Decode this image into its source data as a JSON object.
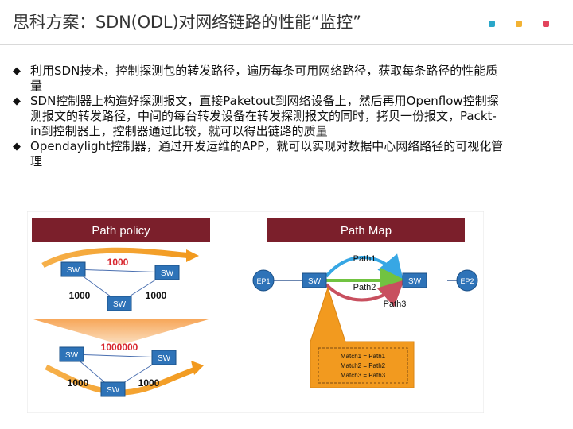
{
  "title": "思科方案：SDN(ODL)对网络链路的性能“监控”",
  "accent_colors": [
    "#2aa7c9",
    "#f2b233",
    "#e2445c"
  ],
  "bullets": [
    {
      "icon": "diamond-bullet-icon",
      "text": "利用SDN技术，控制探测包的转发路径，遍历每条可用网络路径，获取每条路径的性能质量"
    },
    {
      "icon": "diamond-bullet-icon",
      "text": "SDN控制器上构造好探测报文，直接Paketout到网络设备上，然后再用Openflow控制探测报文的转发路径，中间的每台转发设备在转发探测报文的同时，拷贝一份报文，Packt-in到控制器上，控制器通过比较，就可以得出链路的质量"
    },
    {
      "icon": "diamond-bullet-icon",
      "text": "Opendaylight控制器，通过开发运维的APP，就可以实现对数据中心网络路径的可视化管理"
    }
  ],
  "path_policy": {
    "header": "Path policy",
    "top": {
      "sw": "SW",
      "cost_top": "1000",
      "cost_left": "1000",
      "cost_right": "1000"
    },
    "bottom": {
      "sw": "SW",
      "cost_top": "1000000",
      "cost_left": "1000",
      "cost_right": "1000"
    }
  },
  "path_map": {
    "header": "Path Map",
    "ep1": "EP1",
    "ep2": "EP2",
    "sw": "SW",
    "path1": "Path1",
    "path2": "Path2",
    "path3": "Path3",
    "matches": [
      "Match1 = Path1",
      "Match2 = Path2",
      "Match3 = Path3"
    ]
  }
}
